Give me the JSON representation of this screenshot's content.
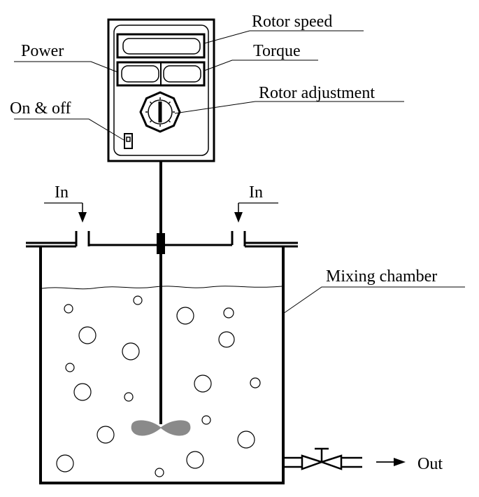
{
  "labels": {
    "rotor_speed": "Rotor speed",
    "power": "Power",
    "torque": "Torque",
    "rotor_adjustment": "Rotor adjustment",
    "on_off": "On & off",
    "in_left": "In",
    "in_right": "In",
    "mixing_chamber": "Mixing chamber",
    "out": "Out"
  },
  "colors": {
    "line": "#000000",
    "impeller": "#8a8a8a",
    "background": "#ffffff"
  },
  "icons": {
    "switch": "toggle-switch-icon",
    "knob": "adjustment-knob-icon",
    "valve": "valve-icon",
    "arrow": "arrow-right-icon"
  }
}
